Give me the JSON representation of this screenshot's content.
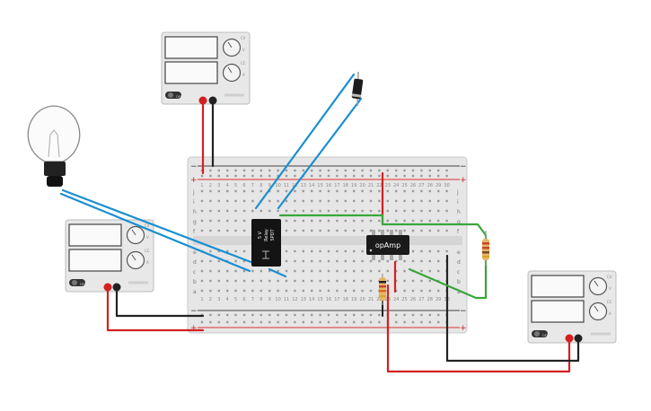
{
  "breadboard": {
    "rails": {
      "minus": "−",
      "plus": "+"
    },
    "row_letters_top": [
      "j",
      "i",
      "h",
      "g",
      "f"
    ],
    "row_letters_bottom": [
      "e",
      "d",
      "c",
      "b",
      "a"
    ],
    "columns": [
      "1",
      "2",
      "3",
      "4",
      "5",
      "6",
      "7",
      "8",
      "9",
      "10",
      "11",
      "12",
      "13",
      "14",
      "15",
      "16",
      "17",
      "18",
      "19",
      "20",
      "21",
      "22",
      "23",
      "24",
      "25",
      "26",
      "27",
      "28",
      "29",
      "30"
    ]
  },
  "power_supply": {
    "off_label": "OFF",
    "knob_label_top": "CV",
    "knob_label_bottom": "CC",
    "unit_v": "V",
    "unit_a": "A"
  },
  "relay": {
    "lines": [
      "5 V",
      "Relay",
      "SPDT"
    ]
  },
  "opamp": {
    "label": "opAmp"
  },
  "colors": {
    "wire_blue": "#1a8fd1",
    "wire_green": "#3aa63a",
    "wire_red": "#d42020",
    "wire_black": "#222222",
    "board": "#e3e3e3",
    "supply_body": "#e8e8e8"
  }
}
